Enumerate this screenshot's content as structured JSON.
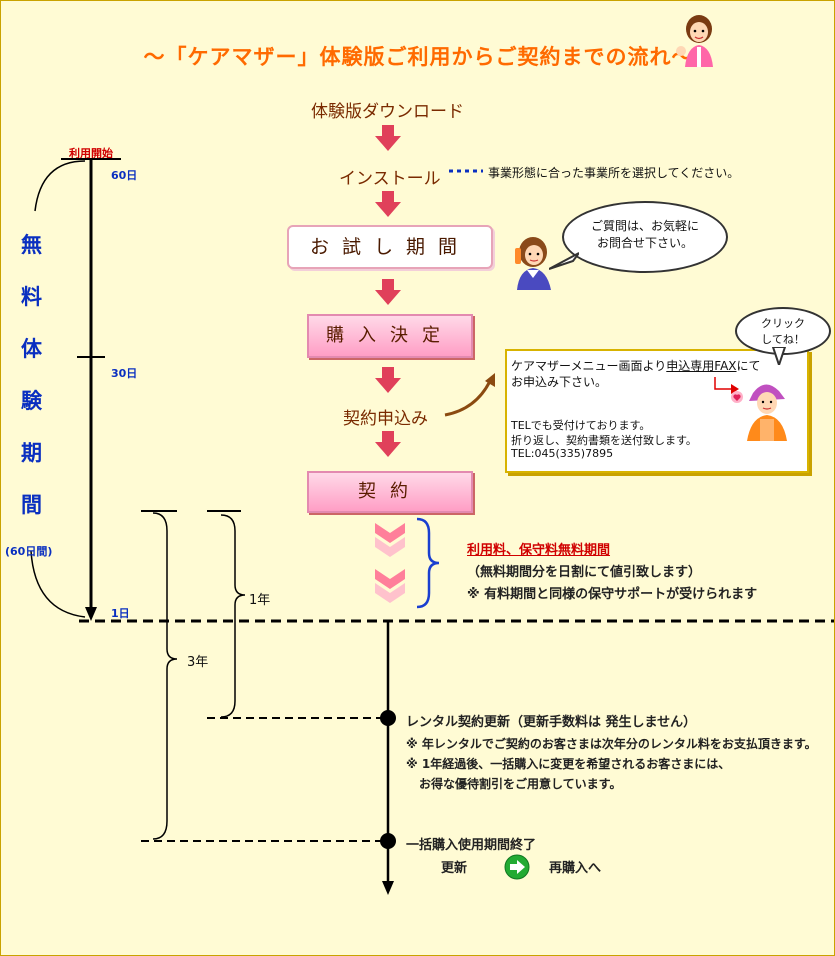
{
  "title": "～「ケアマザー」体験版ご利用からご契約までの流れ～",
  "steps": {
    "download": "体験版ダウンロード",
    "install": "インストール",
    "install_note": "事業形態に合った事業所を選択してください。",
    "trial": "お試し期間",
    "purchase": "購入決定",
    "apply": "契約申込み",
    "contract": "契約"
  },
  "speech": {
    "question_line1": "ご質問は、お気軽に",
    "question_line2": "お問合せ下さい。",
    "click_line1": "クリック",
    "click_line2": "してね！"
  },
  "info_box": {
    "line1_prefix": "ケアマザーメニュー画面より",
    "line1_link": "申込専用FAX",
    "line1_suffix": "にて",
    "line2": "お申込み下さい。",
    "line3": "TELでも受付けております。",
    "line4": "折り返し、契約書類を送付致します。",
    "line5": "TEL:045(335)7895"
  },
  "free_trial": {
    "start_label": "利用開始",
    "day60": "60日",
    "day30": "30日",
    "day1": "1日",
    "chars": [
      "無",
      "料",
      "体",
      "験",
      "期",
      "間"
    ],
    "period": "(60日間)"
  },
  "free_fee": {
    "title": "利用料、保守料無料期間",
    "line1": "（無料期間分を日割にて値引致します）",
    "line2": "※ 有料期間と同様の保守サポートが受けられます"
  },
  "brackets": {
    "one_year": "1年",
    "three_year": "3年"
  },
  "rental": {
    "title": "レンタル契約更新（更新手数料は 発生しません）",
    "note1": "※ 年レンタルでご契約のお客さまは次年分のレンタル料をお支払頂きます。",
    "note2": "※ 1年経過後、一括購入に変更を希望されるお客さまには、",
    "note3": "お得な優待割引をご用意しています。"
  },
  "bulk": {
    "title": "一括購入使用期間終了",
    "renew": "更新",
    "repurchase": "再購入へ"
  },
  "colors": {
    "background": "#fffbd4",
    "title": "#ff6a00",
    "blue_text": "#0a2fc0",
    "arrow": "#e0405a",
    "red_text": "#d00000",
    "green_arrow": "#22aa33"
  }
}
